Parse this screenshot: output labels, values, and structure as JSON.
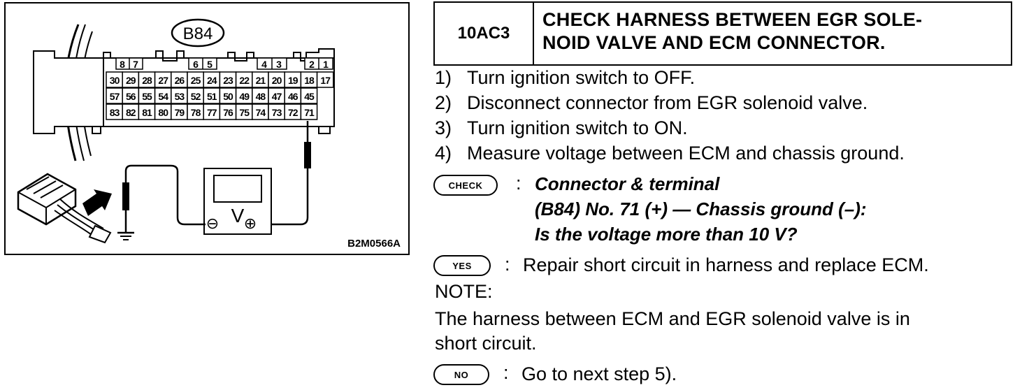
{
  "diagram": {
    "connector_label": "B84",
    "top_pins": [
      "8",
      "7",
      "6",
      "5",
      "4",
      "3",
      "2",
      "1"
    ],
    "row1": [
      "30",
      "29",
      "28",
      "27",
      "26",
      "25",
      "24",
      "23",
      "22",
      "21",
      "20",
      "19",
      "18",
      "17"
    ],
    "row2": [
      "57",
      "56",
      "55",
      "54",
      "53",
      "52",
      "51",
      "50",
      "49",
      "48",
      "47",
      "46",
      "45"
    ],
    "row3": [
      "83",
      "82",
      "81",
      "80",
      "79",
      "78",
      "77",
      "76",
      "75",
      "74",
      "73",
      "72",
      "71"
    ],
    "meter_symbol": "V",
    "minus_symbol": "⊖",
    "plus_symbol": "⊕",
    "figure_code": "B2M0566A"
  },
  "step": {
    "id": "10AC3",
    "title_line1": "CHECK HARNESS BETWEEN EGR SOLE-",
    "title_line2": "NOID VALVE AND ECM CONNECTOR."
  },
  "procedure": [
    {
      "num": "1)",
      "text": "Turn ignition switch to OFF."
    },
    {
      "num": "2)",
      "text": "Disconnect connector from EGR solenoid valve."
    },
    {
      "num": "3)",
      "text": "Turn ignition switch to ON."
    },
    {
      "num": "4)",
      "text": "Measure voltage between ECM and chassis ground."
    }
  ],
  "check": {
    "badge": "CHECK",
    "colon": ":",
    "line1": "Connector & terminal",
    "line2": "(B84) No. 71 (+) — Chassis ground (–):",
    "line3": "Is the voltage more than 10 V?"
  },
  "yes": {
    "badge": "YES",
    "colon": ":",
    "text": "Repair short circuit in harness and replace ECM."
  },
  "note": {
    "label": "NOTE:",
    "line1": "The harness between ECM and EGR solenoid valve is in",
    "line2": "short circuit."
  },
  "no": {
    "badge": "NO",
    "colon": ":",
    "text": "Go to next step 5)."
  }
}
